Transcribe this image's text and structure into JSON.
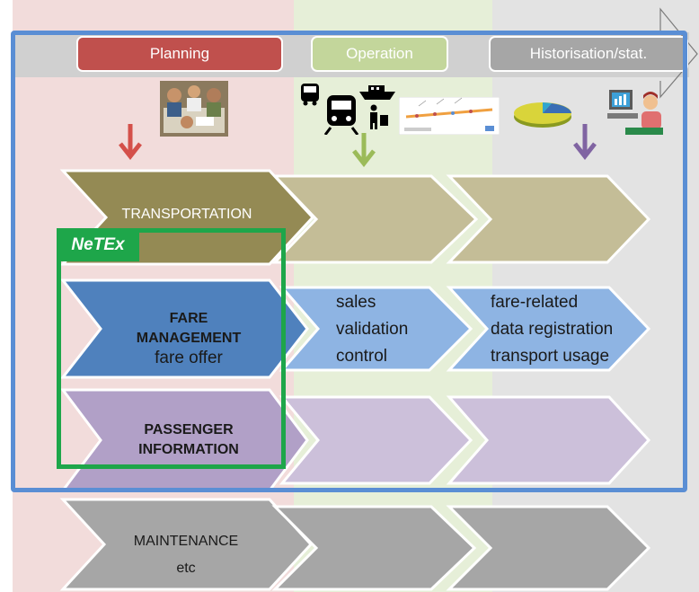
{
  "phases": {
    "planning": "Planning",
    "operation": "Operation",
    "historisation": "Historisation/stat."
  },
  "rows": {
    "transportation": "TRANSPORTATION",
    "fare_management_line1": "FARE",
    "fare_management_line2": "MANAGEMENT",
    "fare_management_line3": "fare offer",
    "passenger_line1": "PASSENGER",
    "passenger_line2": "INFORMATION",
    "maintenance": "MAINTENANCE",
    "maintenance_sub": "etc"
  },
  "fare_operation": [
    "sales",
    "validation",
    "control"
  ],
  "fare_historisation": [
    "fare-related",
    "data registration",
    "transport usage"
  ],
  "netex_label": "NeTEx",
  "colors": {
    "planning": "#c0504d",
    "operation": "#c3d69b",
    "historisation": "#a6a6a6",
    "netex": "#1ea64a",
    "frame": "#5a8ed4"
  },
  "icons": [
    "meeting-photo-icon",
    "bus-icon",
    "train-icon",
    "ship-icon",
    "traveller-icon",
    "route-map-icon",
    "pie-chart-icon",
    "computer-user-icon"
  ]
}
